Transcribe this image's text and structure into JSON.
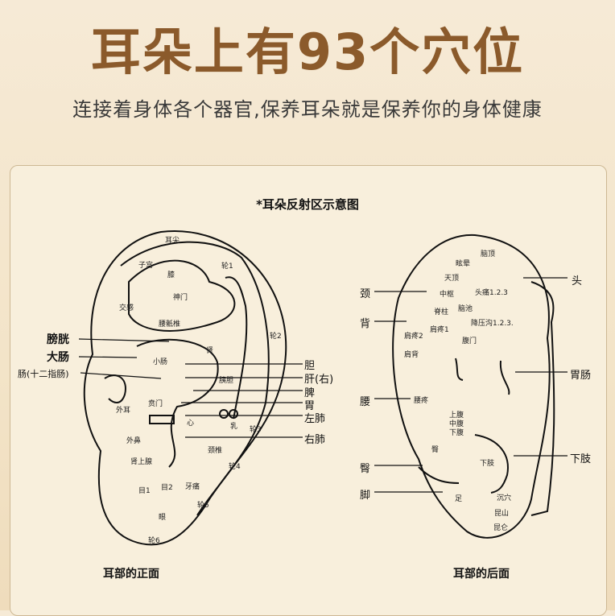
{
  "header": {
    "title": "耳朵上有93个穴位",
    "subtitle": "连接着身体各个器官,保养耳朵就是保养你的身体健康"
  },
  "diagram": {
    "title": "*耳朵反射区示意图",
    "front": {
      "caption": "耳部的正面",
      "inner_labels": [
        "耳尖",
        "子宫",
        "膝",
        "神门",
        "交感",
        "腰骶椎",
        "轮1",
        "轮2",
        "肾",
        "小肠",
        "胰胆",
        "外耳",
        "贲门",
        "心",
        "乳",
        "轮3",
        "外鼻",
        "肾上腺",
        "颈椎",
        "轮4",
        "目1",
        "目2",
        "牙痛",
        "轮5",
        "眼",
        "轮6"
      ],
      "left_labels": [
        "膀胱",
        "大肠",
        "肠(十二指肠)"
      ],
      "right_labels": [
        "胆",
        "肝(右)",
        "脾",
        "胃",
        "左肺",
        "右肺"
      ]
    },
    "back": {
      "caption": "耳部的后面",
      "inner_labels": [
        "脑顶",
        "眩晕",
        "天顶",
        "中枢",
        "头痛1.2.3",
        "脊柱",
        "脑池",
        "降压沟1.2.3.",
        "肩疼1",
        "肩疼2",
        "腹门",
        "肩背",
        "腰疼",
        "上腹",
        "中腹",
        "下腹",
        "臀",
        "下肢",
        "足",
        "沉穴",
        "昆山",
        "昆仑"
      ],
      "left_labels": [
        "颈",
        "背",
        "腰",
        "臀",
        "脚"
      ],
      "right_labels": [
        "头",
        "胃肠",
        "下肢"
      ]
    }
  },
  "colors": {
    "title": "#8b5a2b",
    "background": "#f5e8d2"
  }
}
